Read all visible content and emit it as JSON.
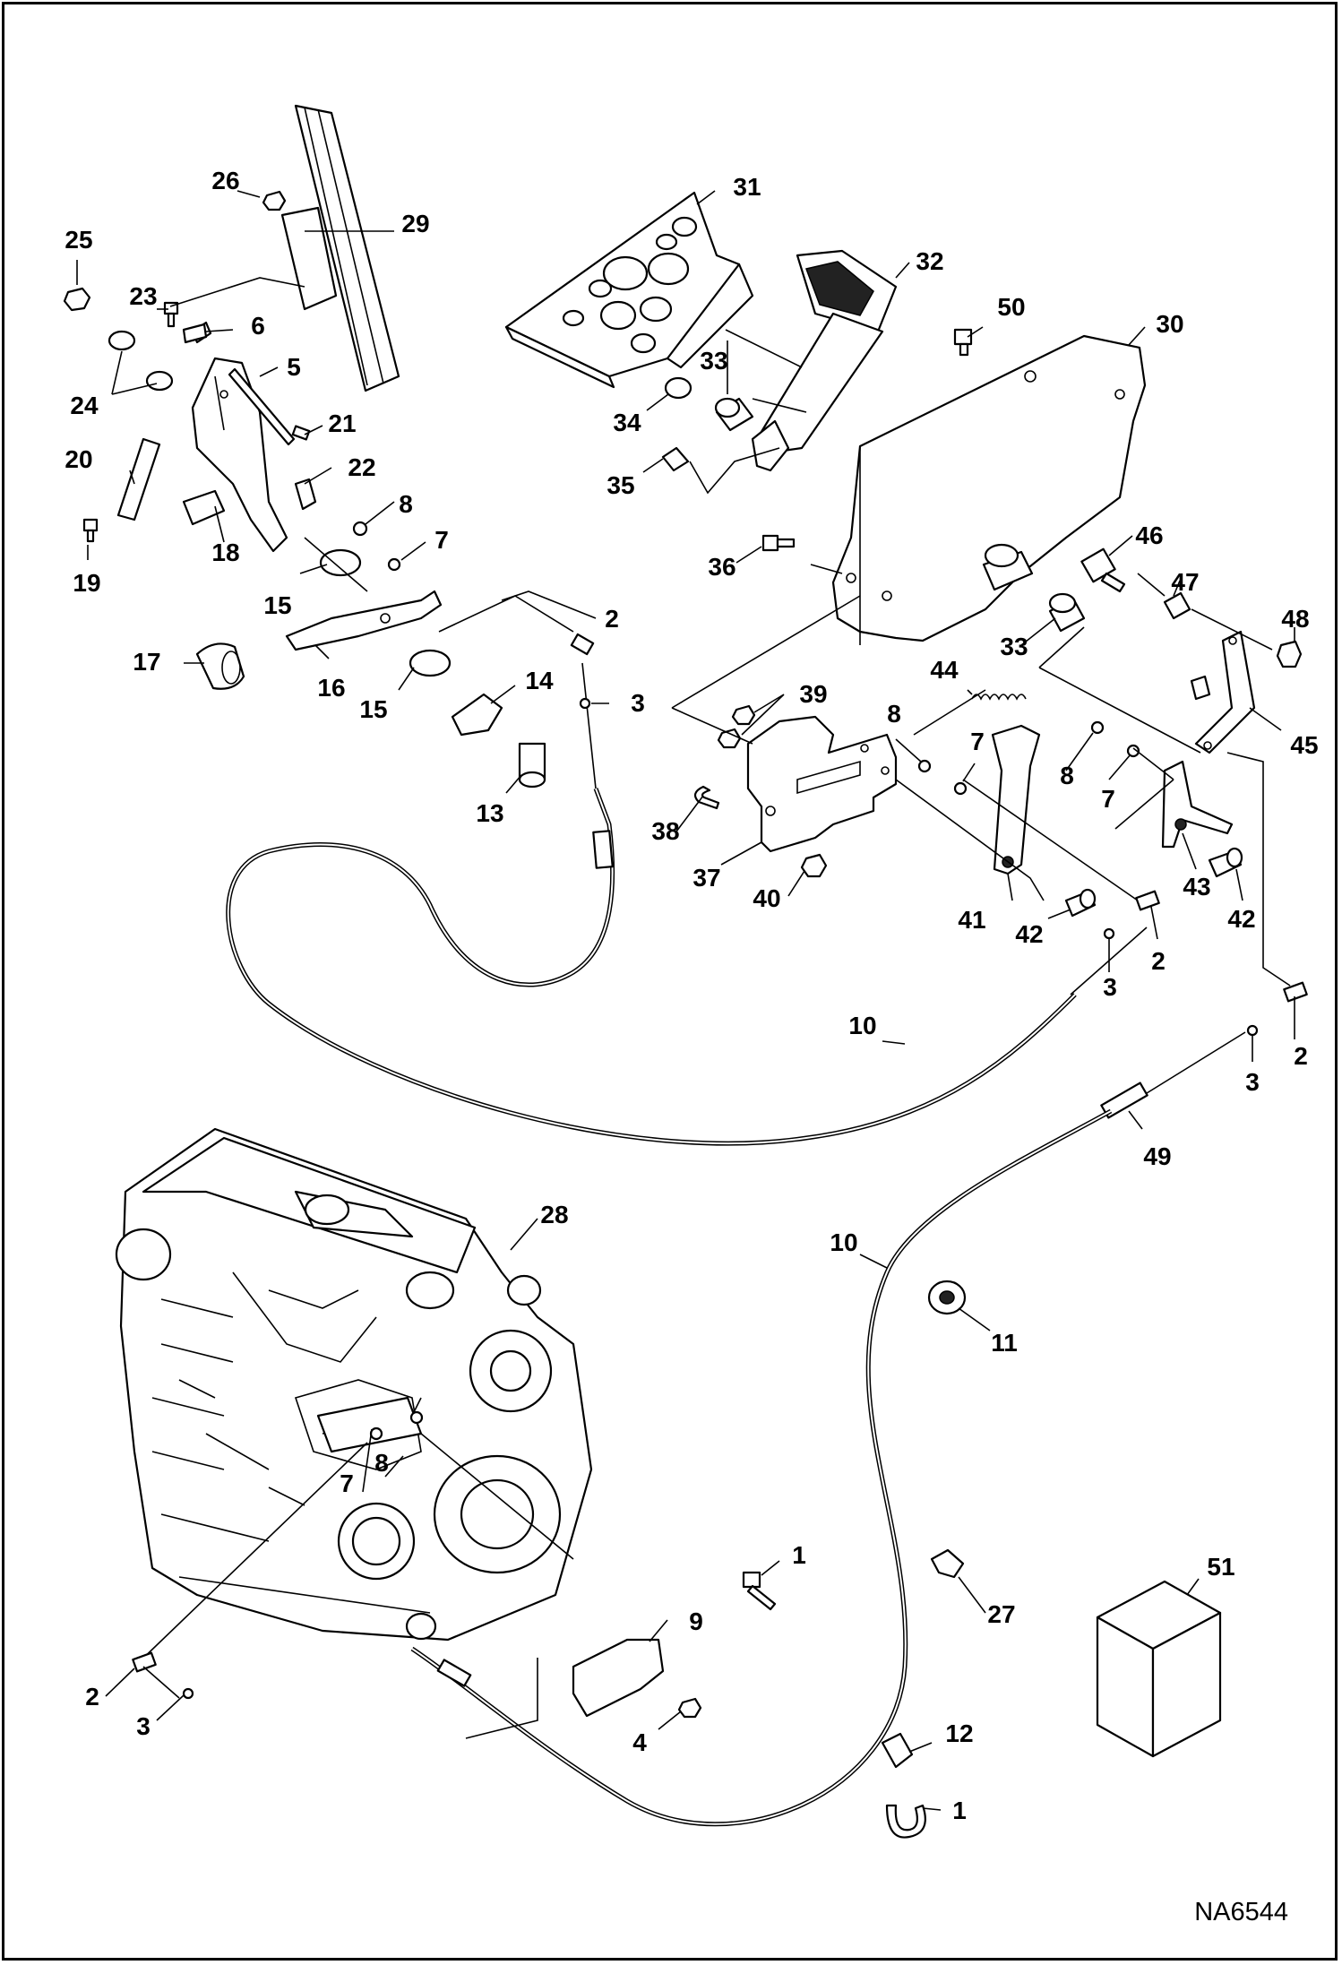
{
  "drawing_code": "NA6544",
  "callouts": [
    {
      "id": "c26",
      "text": "26"
    },
    {
      "id": "c29",
      "text": "29"
    },
    {
      "id": "c25",
      "text": "25"
    },
    {
      "id": "c23",
      "text": "23"
    },
    {
      "id": "c6",
      "text": "6"
    },
    {
      "id": "c5",
      "text": "5"
    },
    {
      "id": "c24",
      "text": "24"
    },
    {
      "id": "c21",
      "text": "21"
    },
    {
      "id": "c20",
      "text": "20"
    },
    {
      "id": "c22",
      "text": "22"
    },
    {
      "id": "c19",
      "text": "19"
    },
    {
      "id": "c18",
      "text": "18"
    },
    {
      "id": "c8a",
      "text": "8"
    },
    {
      "id": "c7a",
      "text": "7"
    },
    {
      "id": "c15a",
      "text": "15"
    },
    {
      "id": "c2a",
      "text": "2"
    },
    {
      "id": "c17",
      "text": "17"
    },
    {
      "id": "c16",
      "text": "16"
    },
    {
      "id": "c15b",
      "text": "15"
    },
    {
      "id": "c14",
      "text": "14"
    },
    {
      "id": "c3a",
      "text": "3"
    },
    {
      "id": "c13",
      "text": "13"
    },
    {
      "id": "c31",
      "text": "31"
    },
    {
      "id": "c32",
      "text": "32"
    },
    {
      "id": "c33a",
      "text": "33"
    },
    {
      "id": "c34",
      "text": "34"
    },
    {
      "id": "c35",
      "text": "35"
    },
    {
      "id": "c50",
      "text": "50"
    },
    {
      "id": "c30",
      "text": "30"
    },
    {
      "id": "c36",
      "text": "36"
    },
    {
      "id": "c46",
      "text": "46"
    },
    {
      "id": "c47",
      "text": "47"
    },
    {
      "id": "c48",
      "text": "48"
    },
    {
      "id": "c33b",
      "text": "33"
    },
    {
      "id": "c44",
      "text": "44"
    },
    {
      "id": "c39",
      "text": "39"
    },
    {
      "id": "c45",
      "text": "45"
    },
    {
      "id": "c8b",
      "text": "8"
    },
    {
      "id": "c7b",
      "text": "7"
    },
    {
      "id": "c8c",
      "text": "8"
    },
    {
      "id": "c7c",
      "text": "7"
    },
    {
      "id": "c38",
      "text": "38"
    },
    {
      "id": "c37",
      "text": "37"
    },
    {
      "id": "c40",
      "text": "40"
    },
    {
      "id": "c43",
      "text": "43"
    },
    {
      "id": "c42a",
      "text": "42"
    },
    {
      "id": "c41",
      "text": "41"
    },
    {
      "id": "c42b",
      "text": "42"
    },
    {
      "id": "c2b",
      "text": "2"
    },
    {
      "id": "c3b",
      "text": "3"
    },
    {
      "id": "c10a",
      "text": "10"
    },
    {
      "id": "c2c",
      "text": "2"
    },
    {
      "id": "c3c",
      "text": "3"
    },
    {
      "id": "c49",
      "text": "49"
    },
    {
      "id": "c28",
      "text": "28"
    },
    {
      "id": "c10b",
      "text": "10"
    },
    {
      "id": "c11",
      "text": "11"
    },
    {
      "id": "c8d",
      "text": "8"
    },
    {
      "id": "c7d",
      "text": "7"
    },
    {
      "id": "c1a",
      "text": "1"
    },
    {
      "id": "c51",
      "text": "51"
    },
    {
      "id": "c27",
      "text": "27"
    },
    {
      "id": "c9",
      "text": "9"
    },
    {
      "id": "c2d",
      "text": "2"
    },
    {
      "id": "c3d",
      "text": "3"
    },
    {
      "id": "c4",
      "text": "4"
    },
    {
      "id": "c12",
      "text": "12"
    },
    {
      "id": "c1b",
      "text": "1"
    }
  ]
}
